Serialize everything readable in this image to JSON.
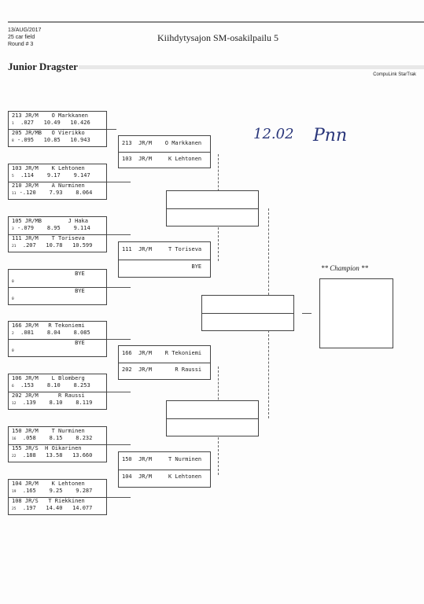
{
  "header": {
    "date": "13/AUG/2017",
    "field": "25 car field",
    "round": "Round # 3",
    "title": "Kiihdytysajon SM-osakilpailu 5",
    "class": "Junior Dragster",
    "brand": "CompuLink StarTrak"
  },
  "round1": [
    {
      "top": {
        "line1": "213 JR/M    O Markkanen",
        "seed": "1",
        "line2": " .027   10.49   10.426"
      },
      "bottom": {
        "line1": "205 JR/MB   O Vierikko",
        "seed": "8",
        "line2": "-.095   10.85   10.943"
      }
    },
    {
      "top": {
        "line1": "103 JR/M    K Lehtonen",
        "seed": "5",
        "line2": " .114    9.17    9.147"
      },
      "bottom": {
        "line1": "210 JR/M    A Nurminen",
        "seed": "11",
        "line2": "-.120    7.93    8.064"
      }
    },
    {
      "top": {
        "line1": "105 JR/MB        J Haka",
        "seed": "3",
        "line2": "-.079    8.95    9.114"
      },
      "bottom": {
        "line1": "111 JR/M    T Toriseva",
        "seed": "21",
        "line2": " .207   10.78   10.599"
      }
    },
    {
      "top": {
        "line1": "                   BYE",
        "seed": "0",
        "line2": ""
      },
      "bottom": {
        "line1": "                   BYE",
        "seed": "0",
        "line2": ""
      }
    },
    {
      "top": {
        "line1": "166 JR/M   R Tekoniemi",
        "seed": "2",
        "line2": " .081    8.04    8.085"
      },
      "bottom": {
        "line1": "                   BYE",
        "seed": "0",
        "line2": ""
      }
    },
    {
      "top": {
        "line1": "106 JR/M    L Blomberg",
        "seed": "6",
        "line2": " .153    8.10    8.253"
      },
      "bottom": {
        "line1": "202 JR/M      R Raussi",
        "seed": "12",
        "line2": " .139    8.10    8.119"
      }
    },
    {
      "top": {
        "line1": "150 JR/M    T Nurminen",
        "seed": "16",
        "line2": " .058    8.15    8.232"
      },
      "bottom": {
        "line1": "155 JR/S  H Oikarinen",
        "seed": "22",
        "line2": " .188   13.58   13.660"
      }
    },
    {
      "top": {
        "line1": "104 JR/M    K Lehtonen",
        "seed": "19",
        "line2": " .165    9.25    9.287"
      },
      "bottom": {
        "line1": "108 JR/S   T Riekkinen",
        "seed": "25",
        "line2": " .197   14.40   14.077"
      }
    }
  ],
  "round2": [
    {
      "top": "213  JR/M    O Markkanen",
      "bottom": "103  JR/M     K Lehtonen"
    },
    {
      "top": "111  JR/M     T Toriseva",
      "bottom": "                     BYE"
    },
    {
      "top": "166  JR/M    R Tekoniemi",
      "bottom": "202  JR/M       R Raussi"
    },
    {
      "top": "150  JR/M     T Nurminen",
      "bottom": "104  JR/M     K Lehtonen"
    }
  ],
  "champion_label": "** Champion **",
  "handwriting": {
    "time": "12.02",
    "initials": "Pnn"
  }
}
